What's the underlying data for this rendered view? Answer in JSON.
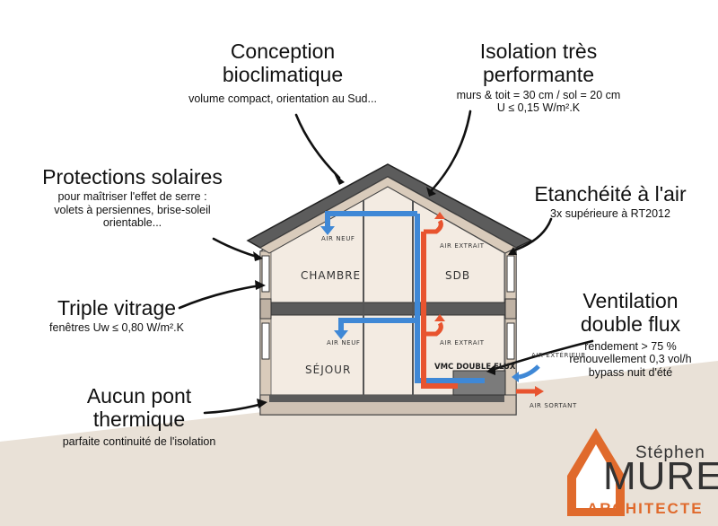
{
  "callouts": {
    "conception": {
      "title_1": "Conception",
      "title_2": "bioclimatique",
      "sub": "volume compact, orientation au Sud..."
    },
    "isolation": {
      "title_1": "Isolation très",
      "title_2": "performante",
      "sub_1": "murs & toit = 30 cm / sol = 20 cm",
      "sub_2": "U ≤ 0,15 W/m².K"
    },
    "protections": {
      "title": "Protections solaires",
      "sub_1": "pour maîtriser l'effet de serre :",
      "sub_2": "volets à persiennes, brise-soleil",
      "sub_3": "orientable..."
    },
    "etancheite": {
      "title": "Etanchéité à l'air",
      "sub": "3x supérieure à RT2012"
    },
    "vitrage": {
      "title": "Triple vitrage",
      "sub": "fenêtres Uw ≤ 0,80 W/m².K"
    },
    "ventilation": {
      "title_1": "Ventilation",
      "title_2": "double flux",
      "sub_1": "rendement > 75 %",
      "sub_2": "renouvellement 0,3 vol/h",
      "sub_3": "bypass nuit d'été"
    },
    "pont": {
      "title_1": "Aucun pont",
      "title_2": "thermique",
      "sub": "parfaite continuité de l'isolation"
    }
  },
  "house": {
    "rooms": {
      "chambre": "CHAMBRE",
      "sdb": "SDB",
      "sejour": "SÉJOUR"
    },
    "air": {
      "neuf_top": "AIR NEUF",
      "extrait_top": "AIR EXTRAIT",
      "neuf_bottom": "AIR NEUF",
      "extrait_bottom": "AIR EXTRAIT",
      "exterieur": "AIR EXTÉRIEUR",
      "sortant": "AIR SORTANT"
    },
    "vmc": "VMC DOUBLE FLUX"
  },
  "logo": {
    "first_name": "Stéphen",
    "last_name": "MURE",
    "role": "ARCHITECTE"
  },
  "colors": {
    "cold_air": "#3f88d6",
    "warm_air": "#e8542f",
    "insulation": "#efe3d6",
    "ground": "#e9e1d7",
    "logo_accent": "#e06a2c",
    "logo_text": "#333333"
  }
}
